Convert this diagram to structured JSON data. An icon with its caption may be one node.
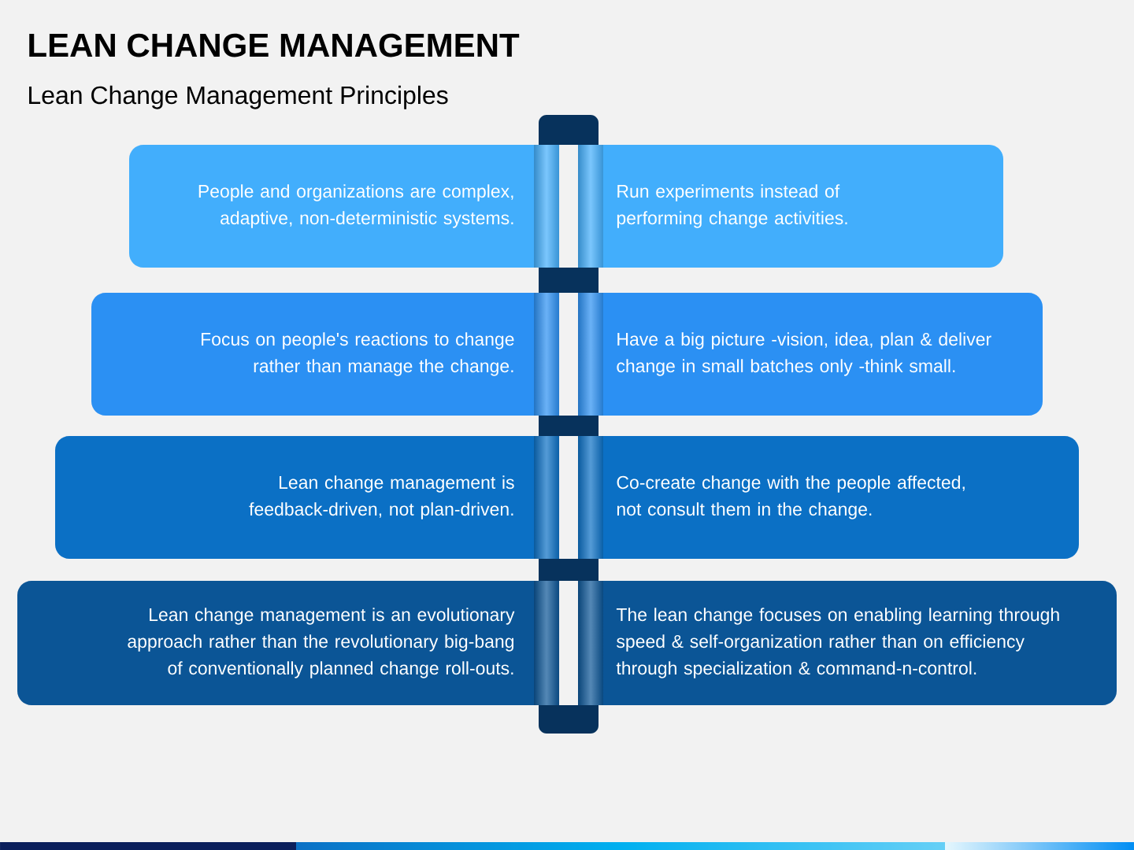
{
  "diagram": {
    "title": "LEAN CHANGE MANAGEMENT",
    "nodes": [
      {
        "text": [
          "People and organizations are complex, adaptive, non-deterministic systems."
        ]
      },
      {
        "text": [
          "Run experiments instead of performing change activities."
        ]
      },
      {
        "text": [
          "Focus on people's reactions to change rather than manage the change."
        ]
      },
      {
        "text": [
          "Have a big picture -vision, idea, plan & deliver change in small batches only -think small."
        ]
      },
      {
        "text": [
          "Lean change management is feedback-driven, not plan-driven."
        ]
      },
      {
        "text": [
          "Co-create change with the people affected, not consult them in the change."
        ]
      },
      {
        "text": [
          "Lean change management is an evolutionary approach rather than the revolutionary big-bang of conventionally planned change roll-outs."
        ]
      },
      {
        "text": [
          "The lean change focuses on enabling learning through speed & self-organization rather than on efficiency through specialization & command-n-control."
        ]
      }
    ],
    "labels": [
      "Lean Change Management Principles"
    ]
  }
}
